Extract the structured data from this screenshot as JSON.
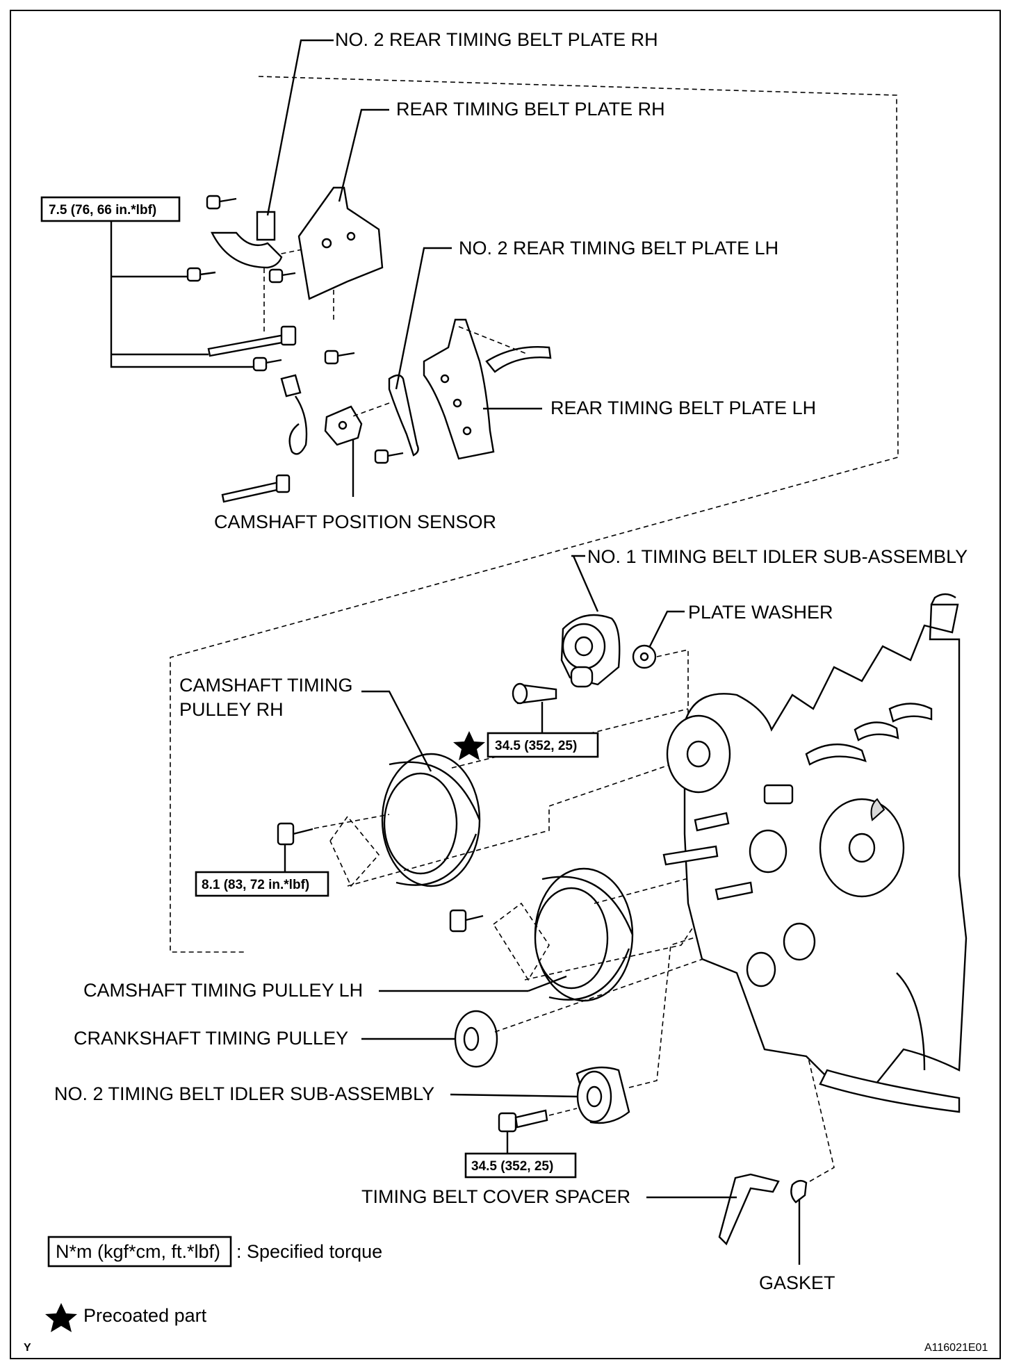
{
  "labels": {
    "no2_rear_plate_rh": "NO. 2 REAR TIMING BELT PLATE RH",
    "rear_plate_rh": "REAR TIMING BELT PLATE RH",
    "no2_rear_plate_lh": "NO. 2 REAR TIMING BELT PLATE LH",
    "rear_plate_lh": "REAR TIMING BELT PLATE LH",
    "camshaft_position_sensor": "CAMSHAFT POSITION SENSOR",
    "no1_idler": "NO. 1 TIMING BELT IDLER SUB-ASSEMBLY",
    "plate_washer": "PLATE WASHER",
    "cam_pulley_rh_line1": "CAMSHAFT TIMING",
    "cam_pulley_rh_line2": "PULLEY RH",
    "cam_pulley_lh": "CAMSHAFT TIMING PULLEY LH",
    "crank_pulley": "CRANKSHAFT TIMING PULLEY",
    "no2_idler": "NO. 2 TIMING BELT IDLER SUB-ASSEMBLY",
    "cover_spacer": "TIMING BELT COVER SPACER",
    "gasket": "GASKET"
  },
  "torques": {
    "plates": "7.5 (76, 66 in.*lbf)",
    "no1_idler_bolt": "34.5 (352, 25)",
    "cam_pulley_bolt": "8.1 (83, 72 in.*lbf)",
    "no2_idler_bolt": "34.5 (352, 25)"
  },
  "legend": {
    "torque_box": "N*m (kgf*cm, ft.*lbf)",
    "torque_text": ": Specified torque",
    "precoated_text": "Precoated part"
  },
  "footer": {
    "left_code": "Y",
    "figure_id": "A116021E01"
  }
}
